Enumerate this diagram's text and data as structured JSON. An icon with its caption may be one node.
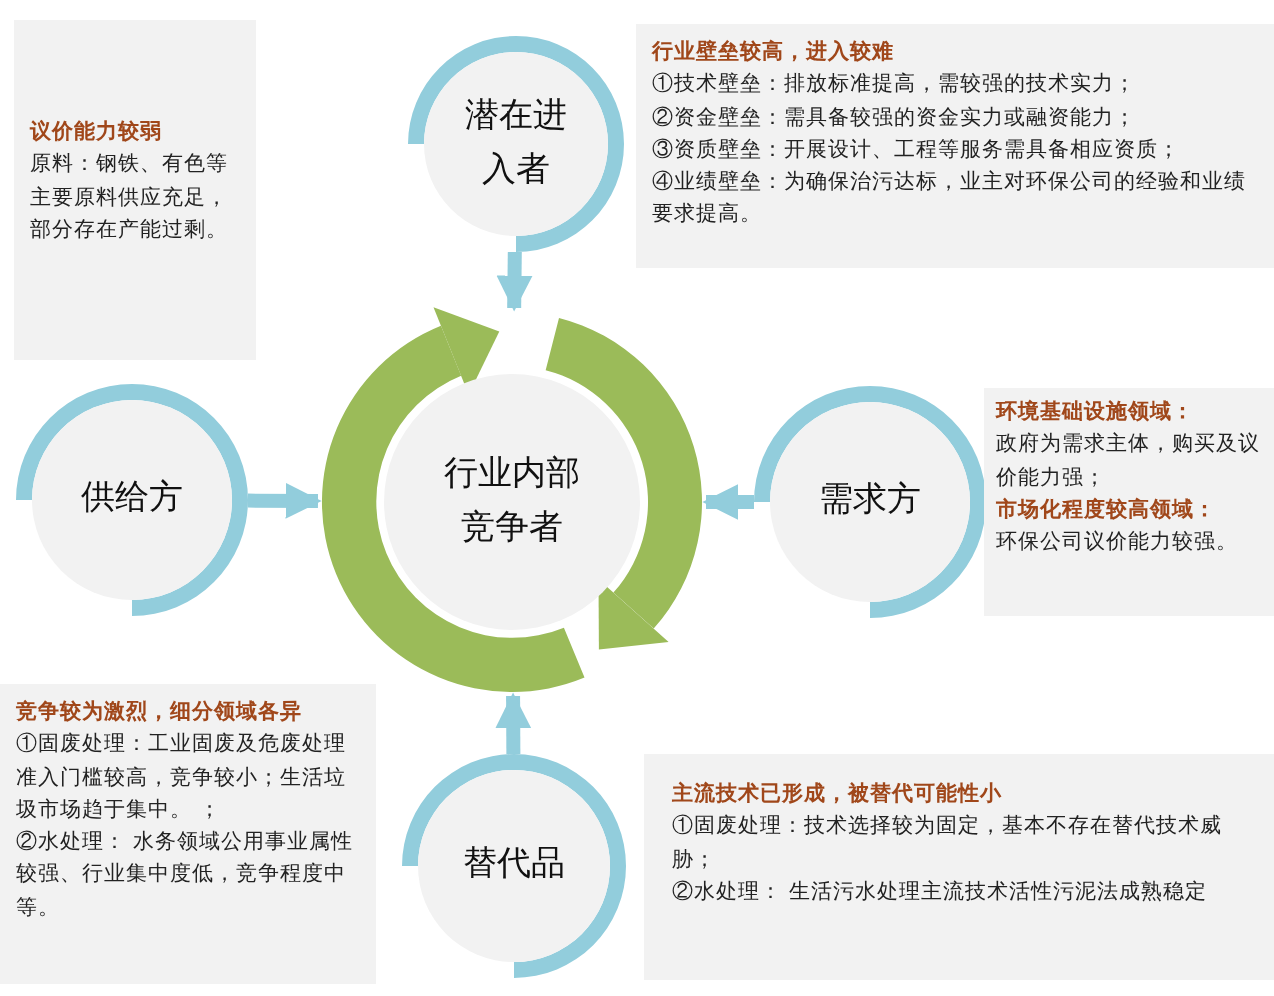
{
  "diagram": {
    "nodes": [
      {
        "text": [
          "行业内部竞争者"
        ]
      },
      {
        "text": [
          "潜在进入者"
        ]
      },
      {
        "text": [
          "行业壁垒较高，进入较难",
          "①技术壁垒：排放标准提高，需较强的技术实力；",
          "②资金壁垒：需具备较强的资金实力或融资能力；",
          "③资质壁垒：开展设计、工程等服务需具备相应资质；",
          "④业绩壁垒：为确保治污达标，业主对环保公司的经验和业绩要求提高。"
        ]
      },
      {
        "text": [
          "议价能力较弱",
          "原料：钢铁、有色等主要原料供应充足，部分存在产能过剩。"
        ]
      },
      {
        "text": [
          "供给方"
        ]
      },
      {
        "text": [
          "需求方"
        ]
      },
      {
        "text": [
          "环境基础设施领域：",
          "政府为需求主体，购买及议价能力强；",
          "市场化程度较高领域：",
          "环保公司议价能力较强。"
        ]
      },
      {
        "text": [
          "竞争较为激烈，细分领域各异",
          "①固废处理：工业固废及危废处理准入门槛较高，竞争较小；生活垃圾市场趋于集中。 ；",
          "②水处理： 水务领域公用事业属性较强、行业集中度低，竞争程度中等。"
        ]
      },
      {
        "text": [
          "替代品"
        ]
      },
      {
        "text": [
          "主流技术已形成，被替代可能性小",
          "①固废处理：技术选择较为固定，基本不存在替代技术威胁；",
          "②水处理： 生活污水处理主流技术活性污泥法成熟稳定"
        ]
      }
    ],
    "edges": [
      {
        "from": 1,
        "to": 0,
        "arrow": "to"
      },
      {
        "from": 4,
        "to": 0,
        "arrow": "to"
      },
      {
        "from": 5,
        "to": 0,
        "arrow": "to"
      },
      {
        "from": 8,
        "to": 0,
        "arrow": "to"
      }
    ]
  }
}
